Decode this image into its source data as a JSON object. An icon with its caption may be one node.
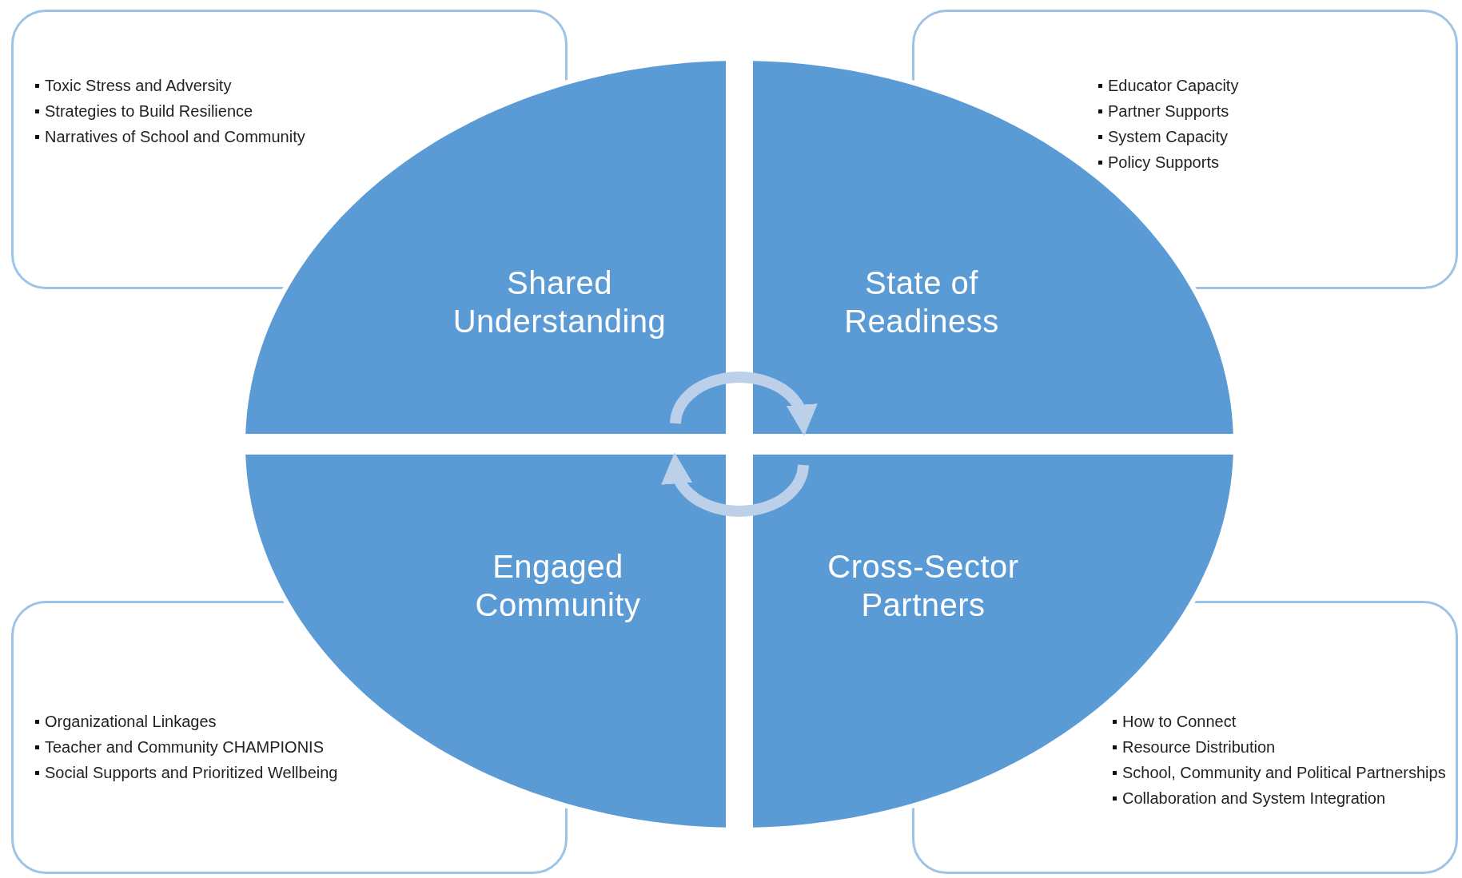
{
  "diagram": {
    "nodes": [
      {
        "text": [
          "Shared Understanding"
        ]
      },
      {
        "text": [
          "State of Readiness"
        ]
      },
      {
        "text": [
          "Engaged Community"
        ]
      },
      {
        "text": [
          "Cross-Sector Partners"
        ]
      },
      {
        "text": [
          "Toxic Stress and Adversity",
          "Strategies to Build Resilience",
          "Narratives of School and Community"
        ]
      },
      {
        "text": [
          "Educator Capacity",
          "Partner Supports",
          "System Capacity",
          "Policy Supports"
        ]
      },
      {
        "text": [
          "Organizational Linkages",
          "Teacher and Community CHAMPIONIS",
          "Social Supports and Prioritized Wellbeing"
        ]
      },
      {
        "text": [
          "How to Connect",
          "Resource Distribution",
          "School, Community and Political Partnerships",
          "Collaboration and System Integration"
        ]
      }
    ],
    "edges": [
      {
        "from": 0,
        "to": 1,
        "arrow": "to"
      },
      {
        "from": 3,
        "to": 2,
        "arrow": "to"
      }
    ]
  }
}
